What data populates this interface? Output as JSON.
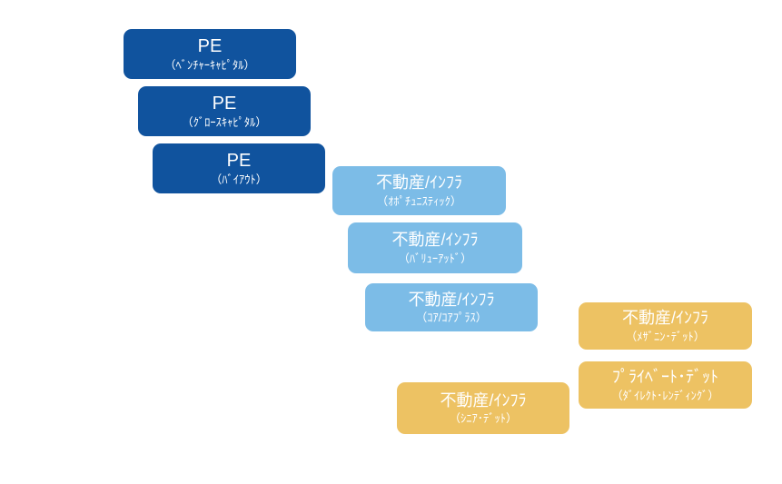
{
  "colors": {
    "private_equity": "#10539e",
    "real_estate_infra_equity": "#7cbce7",
    "debt": "#edc263",
    "label_text": "#ffffff",
    "background": "#ffffff"
  },
  "boxes": [
    {
      "main": "PE",
      "sub": "（ﾍﾞﾝﾁｬｰｷｬﾋﾟﾀﾙ）",
      "group": "private-equity",
      "color": "#10539e"
    },
    {
      "main": "PE",
      "sub": "（ｸﾞﾛｰｽｷｬﾋﾟﾀﾙ）",
      "group": "private-equity",
      "color": "#10539e"
    },
    {
      "main": "PE",
      "sub": "（ﾊﾞｲｱｳﾄ）",
      "group": "private-equity",
      "color": "#10539e"
    },
    {
      "main": "不動産/ｲﾝﾌﾗ",
      "sub": "（ｵﾎﾟﾁｭﾆｽﾃｨｯｸ）",
      "group": "real-estate-infra",
      "color": "#7cbce7"
    },
    {
      "main": "不動産/ｲﾝﾌﾗ",
      "sub": "（ﾊﾞﾘｭｰｱｯﾄﾞ）",
      "group": "real-estate-infra",
      "color": "#7cbce7"
    },
    {
      "main": "不動産/ｲﾝﾌﾗ",
      "sub": "（ｺｱ/ｺｱﾌﾟﾗｽ）",
      "group": "real-estate-infra",
      "color": "#7cbce7"
    },
    {
      "main": "不動産/ｲﾝﾌﾗ",
      "sub": "（ﾒｻﾞﾆﾝ･ﾃﾞｯﾄ）",
      "group": "debt",
      "color": "#edc263"
    },
    {
      "main": "ﾌﾟﾗｲﾍﾞｰﾄ･ﾃﾞｯﾄ",
      "sub": "（ﾀﾞｲﾚｸﾄ･ﾚﾝﾃﾞｨﾝｸﾞ）",
      "group": "debt",
      "color": "#edc263"
    },
    {
      "main": "不動産/ｲﾝﾌﾗ",
      "sub": "（ｼﾆｱ･ﾃﾞｯﾄ）",
      "group": "debt",
      "color": "#edc263"
    }
  ]
}
